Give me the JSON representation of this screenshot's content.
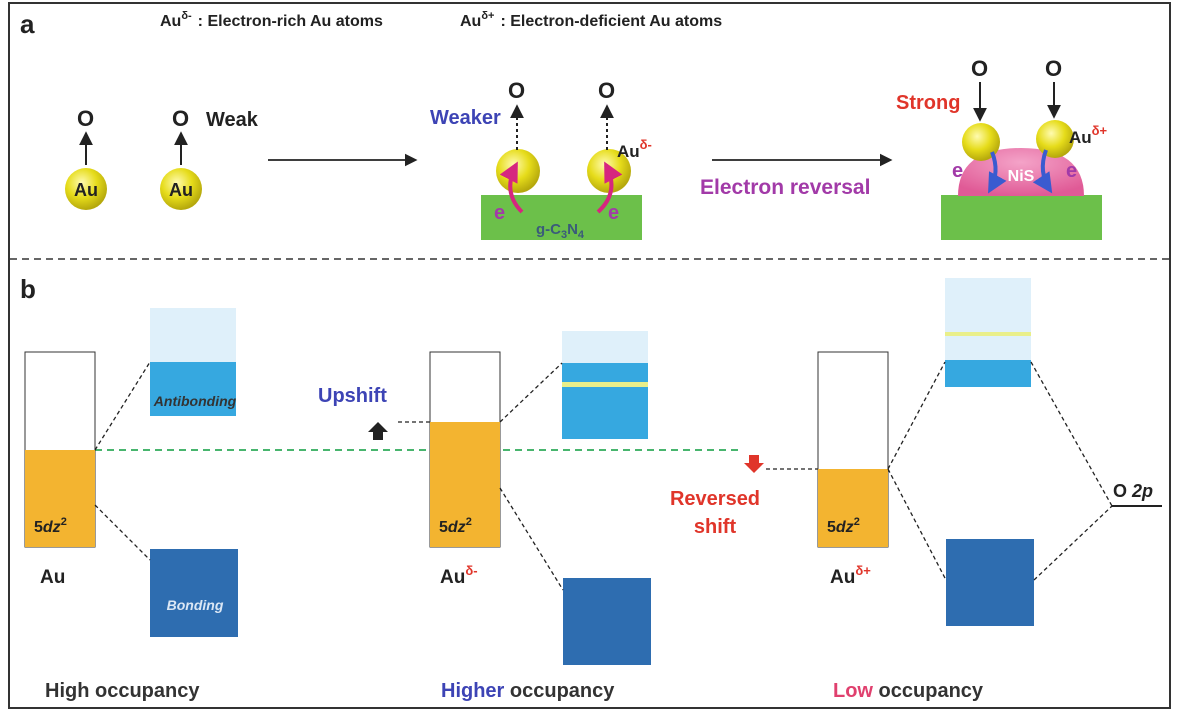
{
  "panel_a": {
    "label": "a",
    "legend": {
      "rich_base": "Au",
      "rich_sup": "δ-",
      "rich_text": ": Electron-rich Au atoms",
      "deficient_base": "Au",
      "deficient_sup": "δ+",
      "deficient_text": ": Electron-deficient Au atoms"
    },
    "au_label": "Au",
    "oxygen_label": "O",
    "weak_label": "Weak",
    "weaker_label": "Weaker",
    "strong_label": "Strong",
    "electron_label": "e",
    "support_label": {
      "g": "g-C",
      "sub1": "3",
      "n": "N",
      "sub2": "4"
    },
    "nis_label": "NiS",
    "au_rich_base": "Au",
    "au_rich_sup": "δ-",
    "au_def_base": "Au",
    "au_def_sup": "δ+",
    "electron_reversal": "Electron reversal"
  },
  "panel_b": {
    "label": "b",
    "orbital_label": {
      "base": "5",
      "italic": "dz",
      "sup": "2"
    },
    "antibonding": "Antibonding",
    "bonding": "Bonding",
    "upshift": "Upshift",
    "reversed_shift_line1": "Reversed",
    "reversed_shift_line2": "shift",
    "o2p": {
      "base": "O ",
      "italic": "2p"
    },
    "column_au": {
      "label": "Au"
    },
    "column_rich": {
      "base": "Au",
      "sup": "δ-"
    },
    "column_def": {
      "base": "Au",
      "sup": "δ+"
    },
    "occupancy_high": {
      "lead": "High",
      "rest": " occupancy"
    },
    "occupancy_higher": {
      "lead": "Higher",
      "rest": " occupancy"
    },
    "occupancy_low": {
      "lead": "Low",
      "rest": " occupancy"
    }
  },
  "colors": {
    "au_sphere": "#e6dc1a",
    "support_green": "#6cc04a",
    "nis_pink": "#e8609a",
    "electron_magenta": "#a23aa8",
    "arrow_magenta": "#d6267f",
    "arrow_blue": "#3a5bd0",
    "weaker_blue": "#3d44b5",
    "strong_red": "#e0352a",
    "d_orbital_orange": "#f3b430",
    "antibonding_blue": "#36a8e0",
    "antibonding_light": "#dff0fa",
    "bonding_blue": "#2e6db0",
    "fermi_green": "#2eab5a"
  }
}
